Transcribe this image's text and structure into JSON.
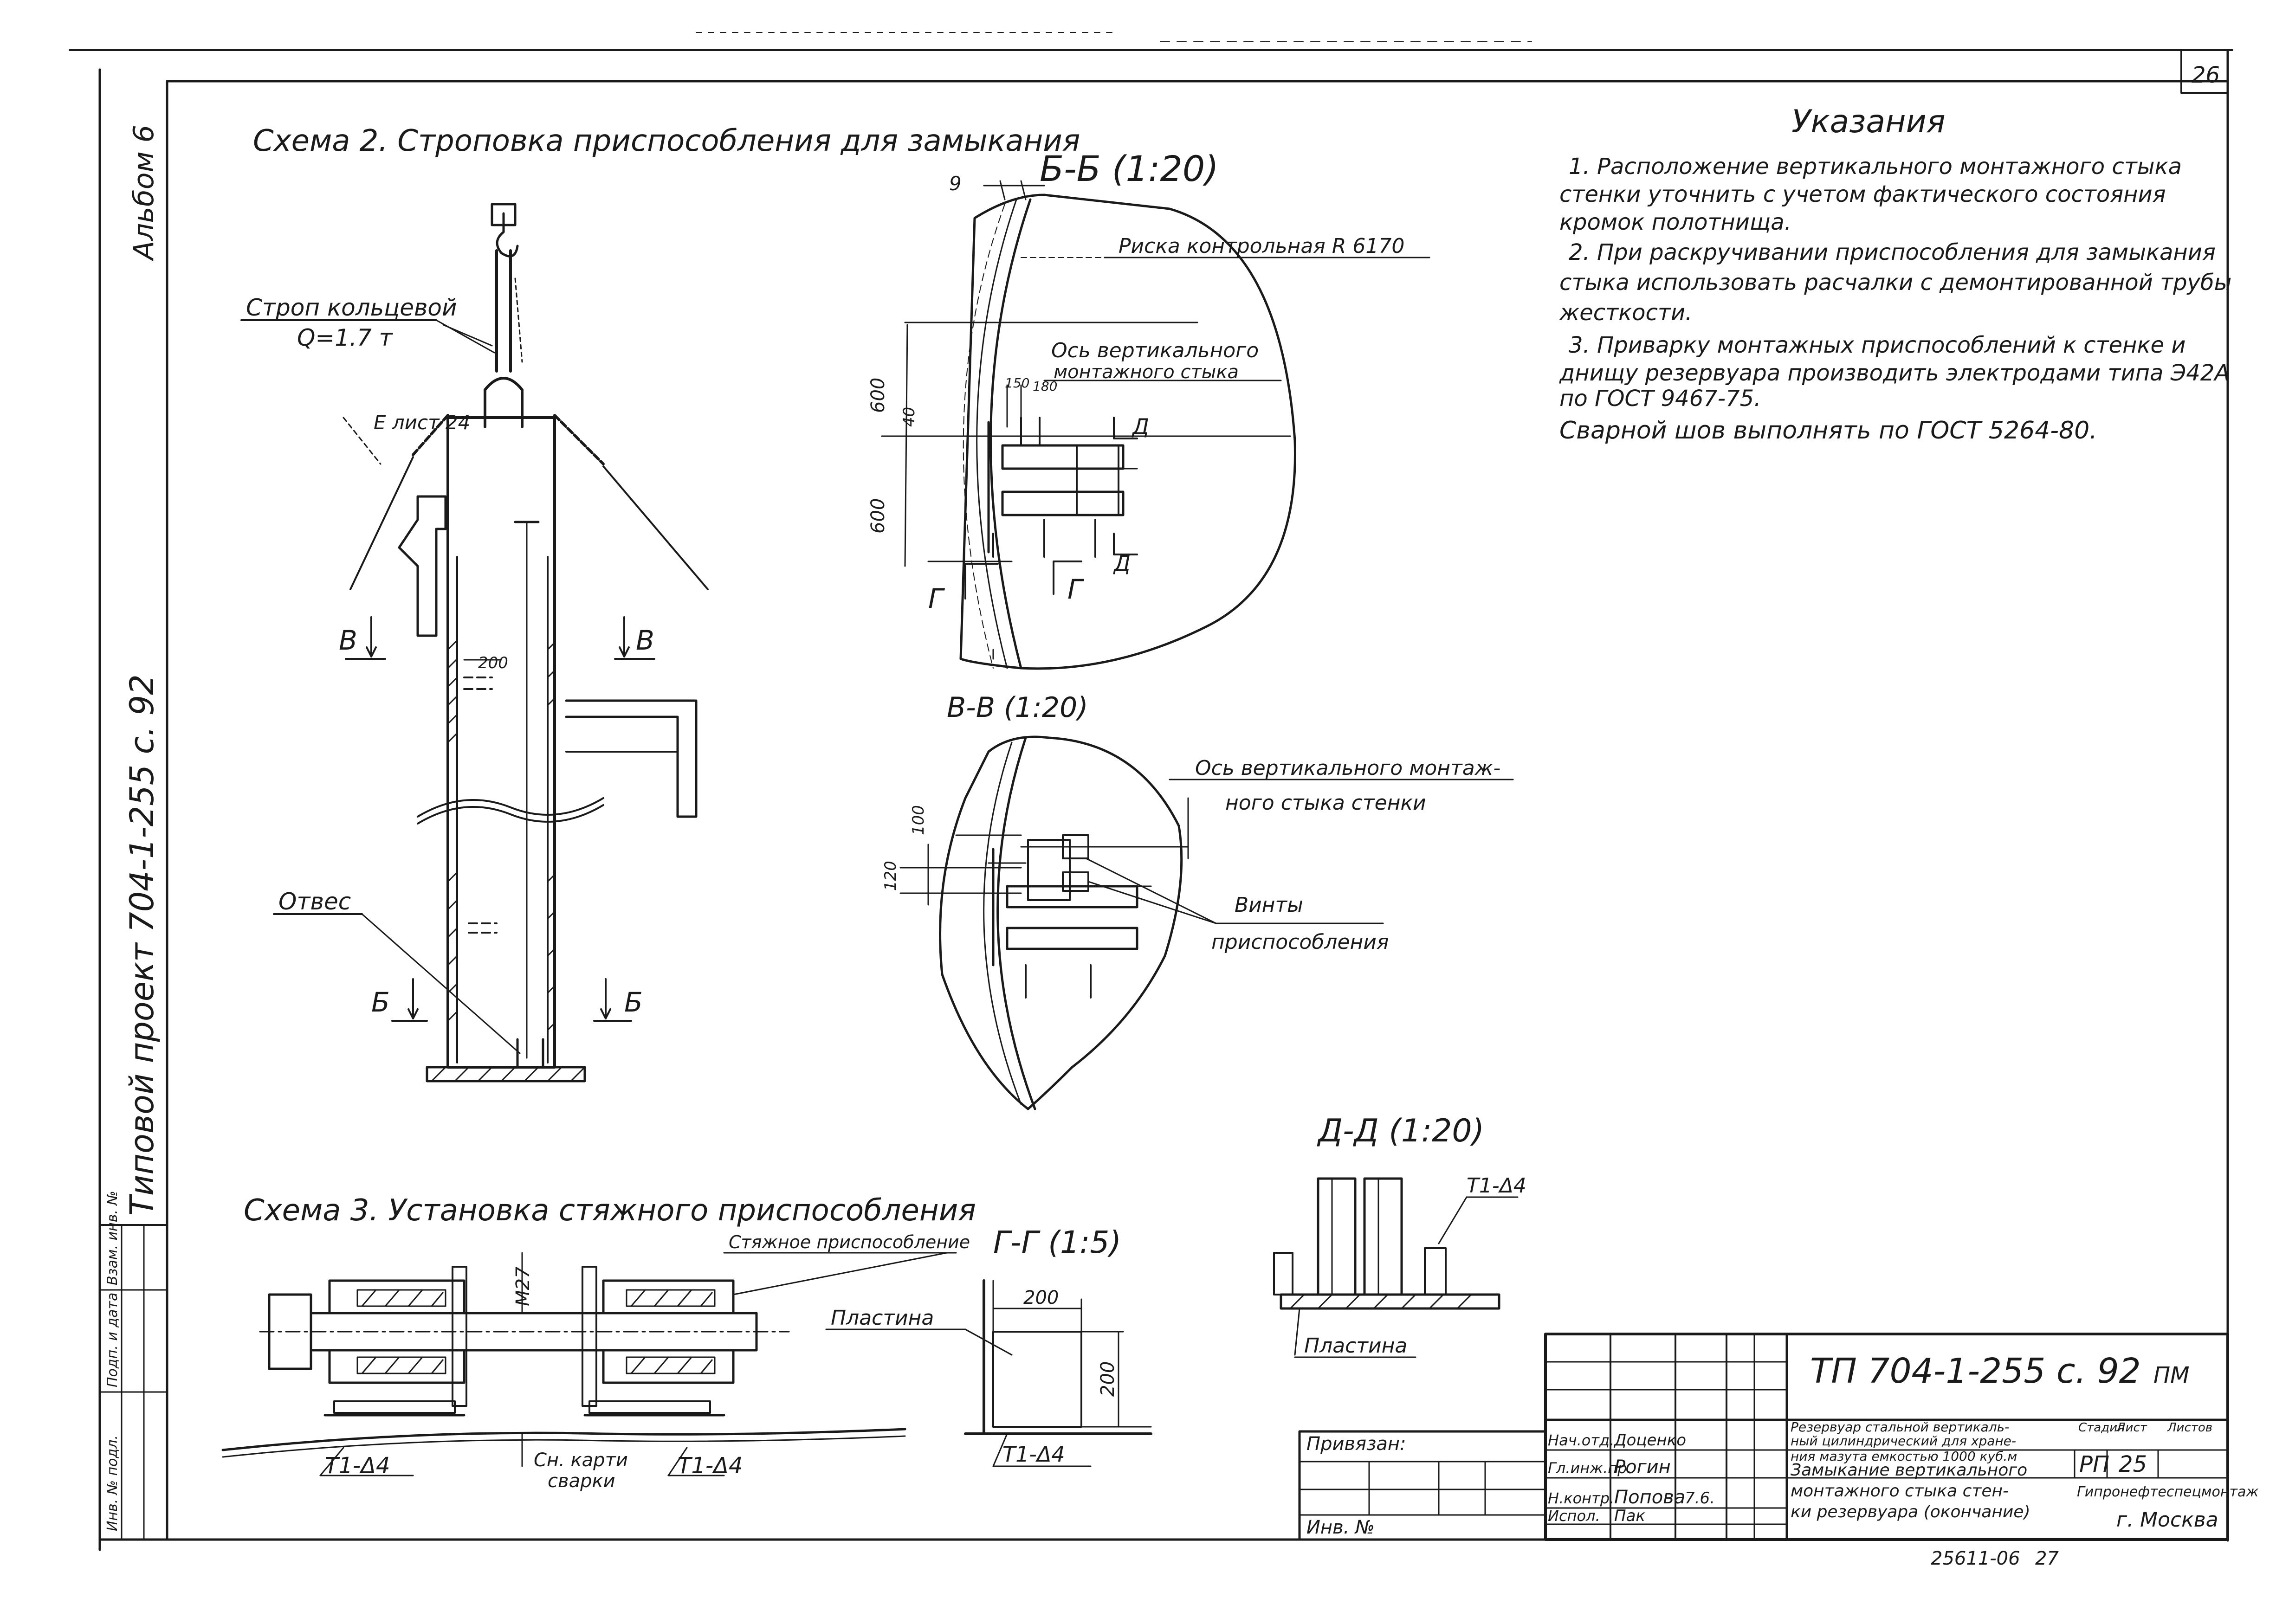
{
  "sheet": {
    "number": "26",
    "album": "Альбом 6",
    "project": "Типовой проект 704-1-255 с. 92"
  },
  "schema2": {
    "title": "Схема 2. Строповка приспособления для замыкания",
    "sling_label": "Строп кольцевой",
    "sling_capacity": "Q=1.7 т",
    "e_label": "Е лист 24",
    "v_left": "В",
    "v_right": "В",
    "dim_200": "200",
    "plumb_label": "Отвес",
    "b_left": "Б",
    "b_right": "Б"
  },
  "section_bb": {
    "title": "Б-Б (1:20)",
    "dim_9": "9",
    "mark_label": "Риска контрольная R 6170",
    "axis_label_1": "Ось вертикального",
    "axis_label_2": "монтажного стыка",
    "dim_600_a": "600",
    "dim_600_b": "600",
    "dim_40": "40",
    "dim_150": "150",
    "dim_180": "180",
    "d_label_1": "Д",
    "d_label_2": "Д",
    "g_label_1": "Г",
    "g_label_2": "Г"
  },
  "section_vv": {
    "title": "В-В (1:20)",
    "axis_label_1": "Ось вертикального монтаж-",
    "axis_label_2": "ного стыка стенки",
    "dim_100": "100",
    "dim_120": "120",
    "screws_1": "Винты",
    "screws_2": "приспособления"
  },
  "section_dd": {
    "title": "Д-Д (1:20)",
    "weld": "Т1-Δ4",
    "plate": "Пластина"
  },
  "schema3": {
    "title": "Схема 3. Установка стяжного приспособления",
    "device_label": "Стяжное приспособление",
    "bolt": "М27",
    "weld_left": "Т1-Δ4",
    "weld_right": "Т1-Δ4",
    "weld_note_1": "Сн. карти",
    "weld_note_2": "сварки"
  },
  "section_gg": {
    "title": "Г-Г (1:5)",
    "plate": "Пластина",
    "dim_200_h": "200",
    "dim_200_v": "200",
    "weld": "Т1-Δ4"
  },
  "notes": {
    "title": "Указания",
    "lines": [
      "1. Расположение вертикального монтажного стыка",
      "стенки уточнить с учетом фактического состояния",
      "кромок полотнища.",
      "2. При раскручивании приспособления для замыкания",
      "стыка использовать расчалки с демонтированной трубы",
      "жесткости.",
      "3. Приварку монтажных приспособлений к стенке и",
      "днищу резервуара производить электродами типа Э42А",
      "по ГОСТ 9467-75.",
      "Сварной шов выполнять по ГОСТ 5264-80."
    ]
  },
  "stamp": {
    "code": "ТП 704-1-255 с. 92",
    "code_suffix": "ПМ",
    "linked": "Привязан:",
    "inv": "Инв. №",
    "roles": [
      "Нач.отд.",
      "Гл.инж.пр.",
      "Н.контр.",
      "Испол."
    ],
    "names": [
      "Доценко",
      "Рогин",
      "Попова",
      "Пак"
    ],
    "sig_dates": [
      "",
      "",
      "7.6.",
      ""
    ],
    "desc_1": "Резервуар стальной вертикаль-",
    "desc_2": "ный цилиндрический для хране-",
    "desc_3": "ния мазута емкостью 1000 куб.м",
    "desc_4": "Замыкание вертикального",
    "desc_5": "монтажного стыка стен-",
    "desc_6": "ки резервуара (окончание)",
    "stage_header": "Стадия",
    "sheet_header": "Лист",
    "sheets_header": "Листов",
    "stage": "РП",
    "sheet_no": "25",
    "org": "Гипронефтеспецмонтаж",
    "city": "г. Москва",
    "bottom_number": "25611-06",
    "bottom_page": "27"
  },
  "side_stamp": {
    "labels": [
      "Инв. № подл.",
      "Подп. и дата",
      "Взам. инв. №"
    ]
  }
}
